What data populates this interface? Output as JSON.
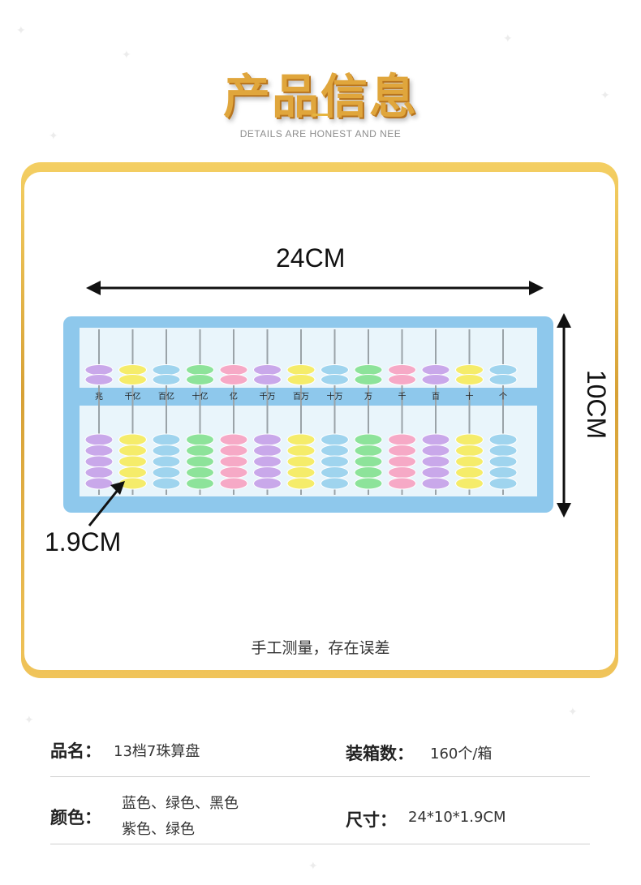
{
  "header": {
    "title": "产品信息",
    "subtitle": "DETAILS ARE HONEST AND NEE"
  },
  "dimensions": {
    "width": "24CM",
    "height": "10CM",
    "bead": "1.9CM"
  },
  "rod_labels": [
    "兆",
    "千亿",
    "百亿",
    "十亿",
    "亿",
    "千万",
    "百万",
    "十万",
    "万",
    "千",
    "百",
    "十",
    "个"
  ],
  "bead_colors": [
    "#c9a8ea",
    "#f5ec6a",
    "#9fd4ee",
    "#8de39a",
    "#f6a9c6",
    "#c9a8ea",
    "#f5ec6a",
    "#9fd4ee",
    "#8de39a",
    "#f6a9c6",
    "#c9a8ea",
    "#f5ec6a",
    "#9fd4ee"
  ],
  "colors": {
    "frame": "#8ec8ec",
    "gold": "#e0a63c"
  },
  "note": "手工测量，存在误差",
  "specs": {
    "name_label": "品名：",
    "name_value": "13档7珠算盘",
    "carton_label": "装箱数：",
    "carton_value": "160个/箱",
    "color_label": "颜色：",
    "color_value_line1": "蓝色、绿色、黑色",
    "color_value_line2": "紫色、绿色",
    "size_label": "尺寸：",
    "size_value": "24*10*1.9CM"
  }
}
